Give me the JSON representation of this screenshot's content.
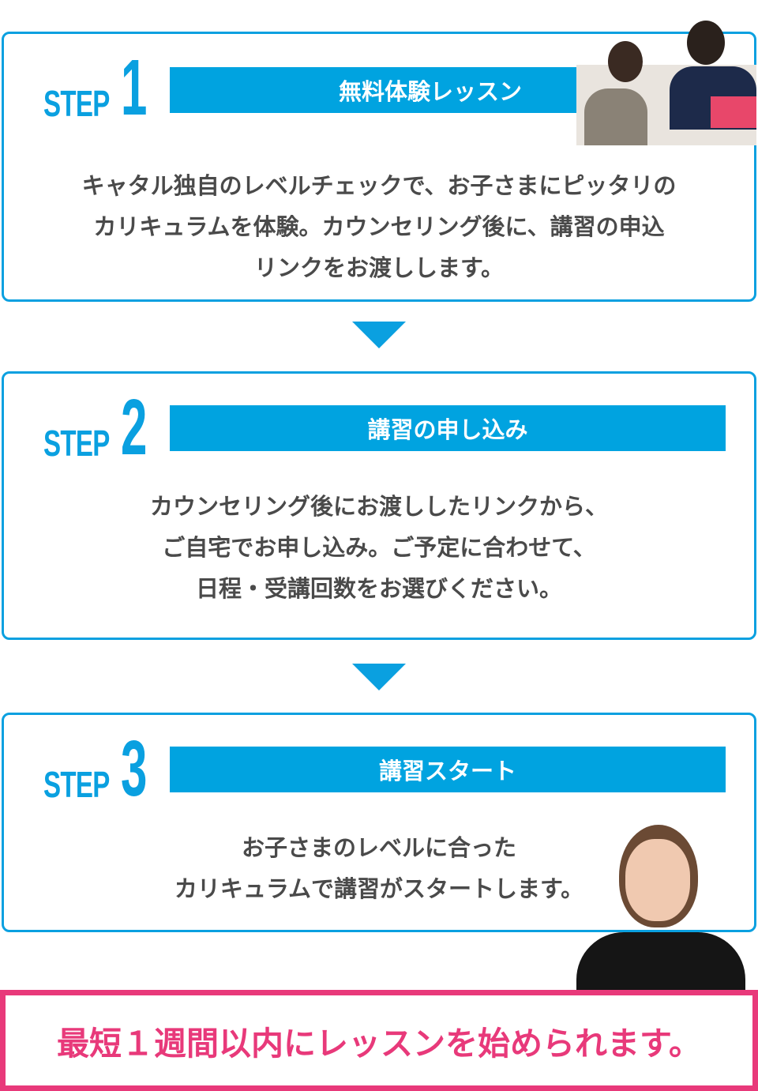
{
  "steps": [
    {
      "word": "STEP",
      "number": "1",
      "title": "無料体験レッスン",
      "body": "キャタル独自のレベルチェックで、お子さまにピッタリの\nカリキュラムを体験。カウンセリング後に、講習の申込\nリンクをお渡しします。"
    },
    {
      "word": "STEP",
      "number": "2",
      "title": "講習の申し込み",
      "body": "カウンセリング後にお渡ししたリンクから、\nご自宅でお申し込み。ご予定に合わせて、\n日程・受講回数をお選びください。"
    },
    {
      "word": "STEP",
      "number": "3",
      "title": "講習スタート",
      "body": "お子さまのレベルに合った\nカリキュラムで講習がスタートします。"
    }
  ],
  "cta": "最短１週間以内にレッスンを始められます。",
  "colors": {
    "accent": "#00a3e0",
    "pink": "#e8397a",
    "text": "#4a4a4a"
  }
}
